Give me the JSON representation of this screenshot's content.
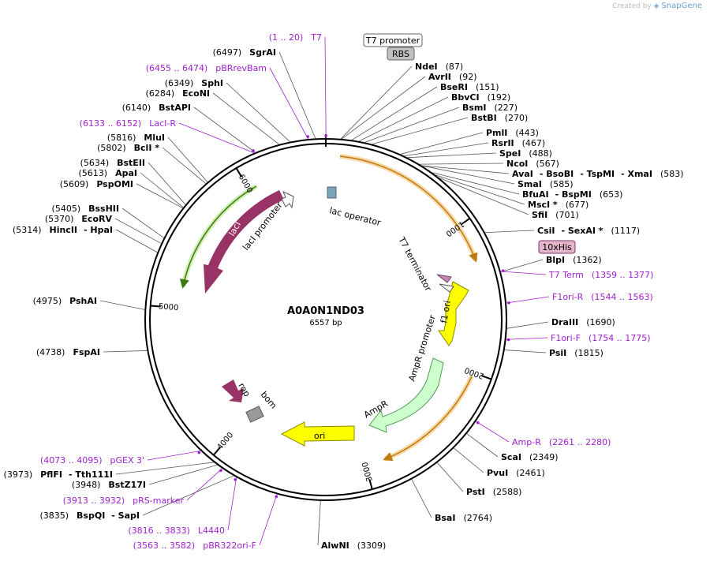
{
  "credit": {
    "prefix": "Created by",
    "brand": "SnapGene"
  },
  "plasmid": {
    "name": "A0A0N1ND03",
    "length_label": "6557 bp",
    "length": 6557
  },
  "ticks": [
    "1000",
    "2000",
    "3000",
    "4000",
    "5000",
    "6000"
  ],
  "sites_right": [
    {
      "name": "NdeI",
      "pos": "(87)"
    },
    {
      "name": "AvrII",
      "pos": "(92)"
    },
    {
      "name": "BseRI",
      "pos": "(151)"
    },
    {
      "name": "BbvCI",
      "pos": "(192)"
    },
    {
      "name": "BsmI",
      "pos": "(227)"
    },
    {
      "name": "BstBI",
      "pos": "(270)"
    },
    {
      "name": "PmlI",
      "pos": "(443)"
    },
    {
      "name": "RsrII",
      "pos": "(467)"
    },
    {
      "name": "SpeI",
      "pos": "(488)"
    },
    {
      "name": "NcoI",
      "pos": "(567)"
    },
    {
      "name": "AvaI",
      "extra": [
        "- BsoBI",
        "- TspMI",
        "- XmaI"
      ],
      "pos": "(583)"
    },
    {
      "name": "SmaI",
      "pos": "(585)"
    },
    {
      "name": "BfuAI",
      "extra": [
        "- BspMI"
      ],
      "pos": "(653)"
    },
    {
      "name": "MscI *",
      "pos": "(677)"
    },
    {
      "name": "SfiI",
      "pos": "(701)"
    },
    {
      "name": "CsiI",
      "extra": [
        "- SexAI *"
      ],
      "pos": "(1117)"
    },
    {
      "name": "BlpI",
      "pos": "(1362)"
    },
    {
      "name": "DraIII",
      "pos": "(1690)"
    },
    {
      "name": "PsiI",
      "pos": "(1815)"
    },
    {
      "name": "ScaI",
      "pos": "(2349)"
    },
    {
      "name": "PvuI",
      "pos": "(2461)"
    },
    {
      "name": "PstI",
      "pos": "(2588)"
    },
    {
      "name": "BsaI",
      "pos": "(2764)"
    },
    {
      "name": "AlwNI",
      "pos": "(3309)"
    }
  ],
  "sites_left": [
    {
      "name": "SgrAI",
      "pos": "(6497)"
    },
    {
      "name": "SphI",
      "pos": "(6349)"
    },
    {
      "name": "EcoNI",
      "pos": "(6284)"
    },
    {
      "name": "BstAPI",
      "pos": "(6140)"
    },
    {
      "name": "MluI",
      "pos": "(5816)"
    },
    {
      "name": "BclI *",
      "pos": "(5802)"
    },
    {
      "name": "BstEII",
      "pos": "(5634)"
    },
    {
      "name": "ApaI",
      "pos": "(5613)"
    },
    {
      "name": "PspOMI",
      "pos": "(5609)"
    },
    {
      "name": "BssHII",
      "pos": "(5405)"
    },
    {
      "name": "EcoRV",
      "pos": "(5370)"
    },
    {
      "name": "HincII",
      "extra": [
        "- HpaI"
      ],
      "pos": "(5314)"
    },
    {
      "name": "PshAI",
      "pos": "(4975)"
    },
    {
      "name": "FspAI",
      "pos": "(4738)"
    },
    {
      "name": "PflFI",
      "extra": [
        "- Tth111I"
      ],
      "pos": "(3973)"
    },
    {
      "name": "BstZ17I",
      "pos": "(3948)"
    },
    {
      "name": "BspQI",
      "extra": [
        "- SapI"
      ],
      "pos": "(3835)"
    }
  ],
  "primers": [
    {
      "name": "T7",
      "range": "(1 .. 20)"
    },
    {
      "name": "pBRrevBam",
      "range": "(6455 .. 6474)"
    },
    {
      "name": "LacI-R",
      "range": "(6133 .. 6152)"
    },
    {
      "name": "T7 Term",
      "range": "(1359 .. 1377)"
    },
    {
      "name": "F1ori-R",
      "range": "(1544 .. 1563)"
    },
    {
      "name": "F1ori-F",
      "range": "(1754 .. 1775)"
    },
    {
      "name": "Amp-R",
      "range": "(2261 .. 2280)"
    },
    {
      "name": "pGEX 3'",
      "range": "(4073 .. 4095)"
    },
    {
      "name": "pRS-marker",
      "range": "(3913 .. 3932)"
    },
    {
      "name": "L4440",
      "range": "(3816 .. 3833)"
    },
    {
      "name": "pBR322ori-F",
      "range": "(3563 .. 3582)"
    }
  ],
  "feature_boxes": {
    "t7_promoter": "T7 promoter",
    "rbs": "RBS",
    "his": "10xHis"
  },
  "features": {
    "lac_operator": "lac operator",
    "laci": "lacI",
    "laci_promoter": "lacI promoter",
    "t7_terminator": "T7 terminator",
    "f1_ori": "f1 ori",
    "ampr_promoter": "AmpR promoter",
    "ampr": "AmpR",
    "ori": "ori",
    "rop": "rop",
    "bom": "bom"
  },
  "colors": {
    "laci": "#993366",
    "laci_promoter": "#ffffff",
    "f1_ori": "#ffff00",
    "ampr": "#ccffcc",
    "ori": "#ffff00",
    "rop": "#993366",
    "bom": "#999999",
    "orf_orange": "#e8a646",
    "orf_green": "#5aa51c",
    "primer": "#a020d0",
    "lac_operator": "#7aa6b8"
  }
}
